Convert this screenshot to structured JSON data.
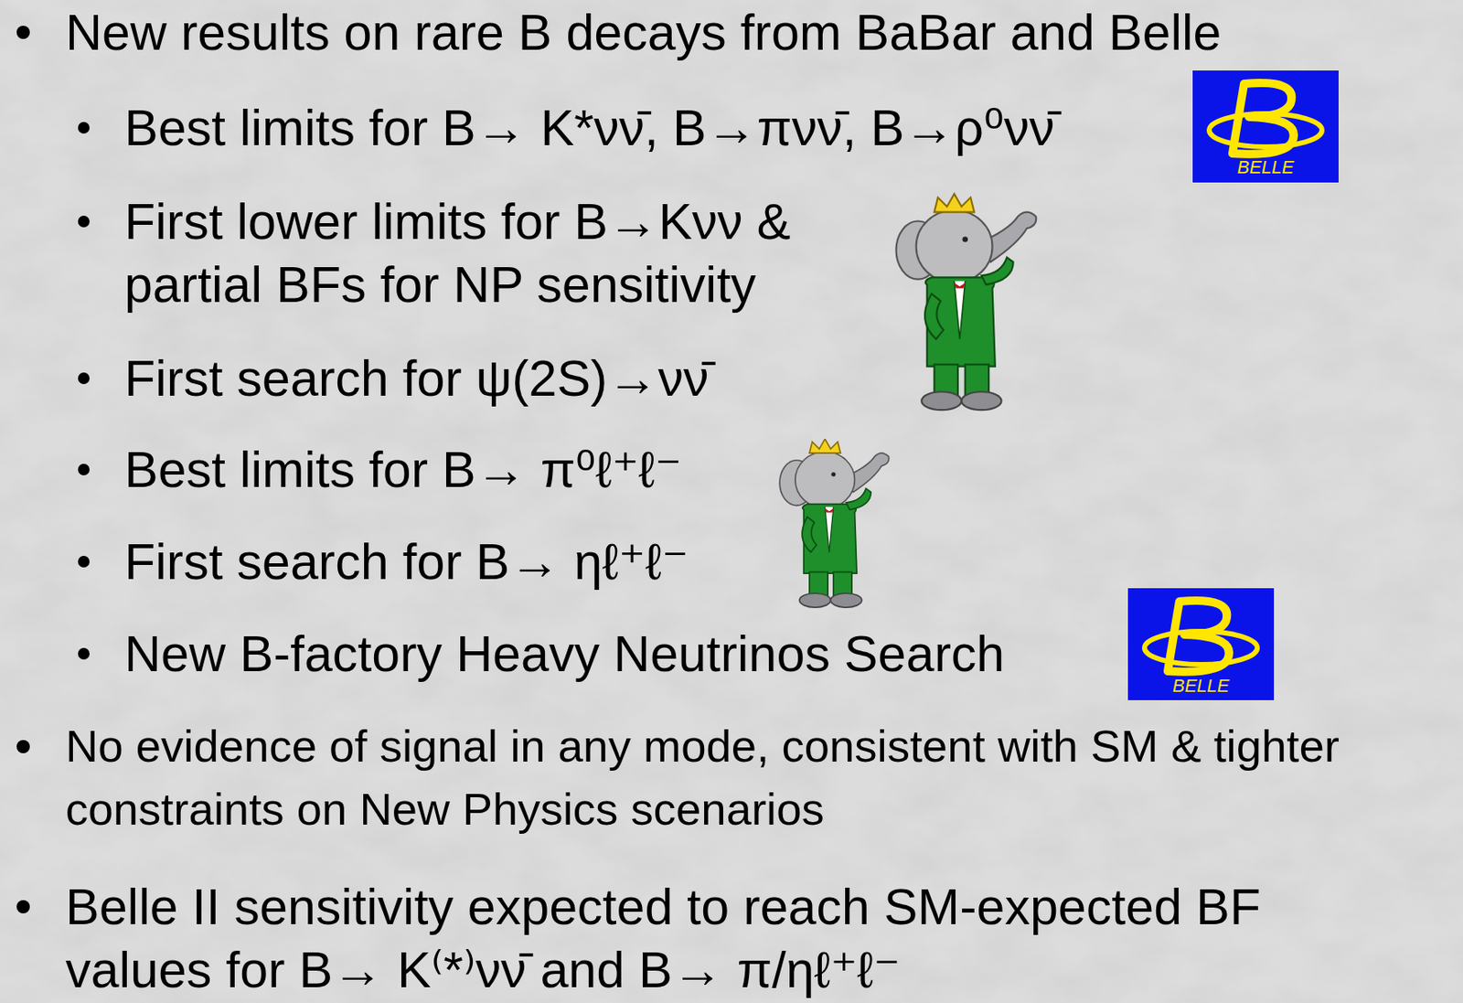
{
  "diagram": {
    "labels": [
      "New results on rare B decays from BaBar and Belle",
      "Best limits for B→ K*νν̄, B→πνν̄,  B→ρ⁰νν̄",
      "BELLE",
      "First lower limits for B→Kνν & partial BFs for NP sensitivity",
      "First search for ψ(2S)→νν̄",
      "Best limits for B→ π⁰ℓ⁺ℓ⁻",
      "First search for B→ ηℓ⁺ℓ⁻",
      "New B-factory Heavy Neutrinos Search",
      "BELLE",
      "No evidence of signal in any mode, consistent with SM & tighter constraints on New Physics scenarios",
      "Belle II sensitivity expected to reach SM-expected BF values for B→ K⁽*⁾νν̄ and B→ π/ηℓ⁺ℓ⁻"
    ]
  }
}
